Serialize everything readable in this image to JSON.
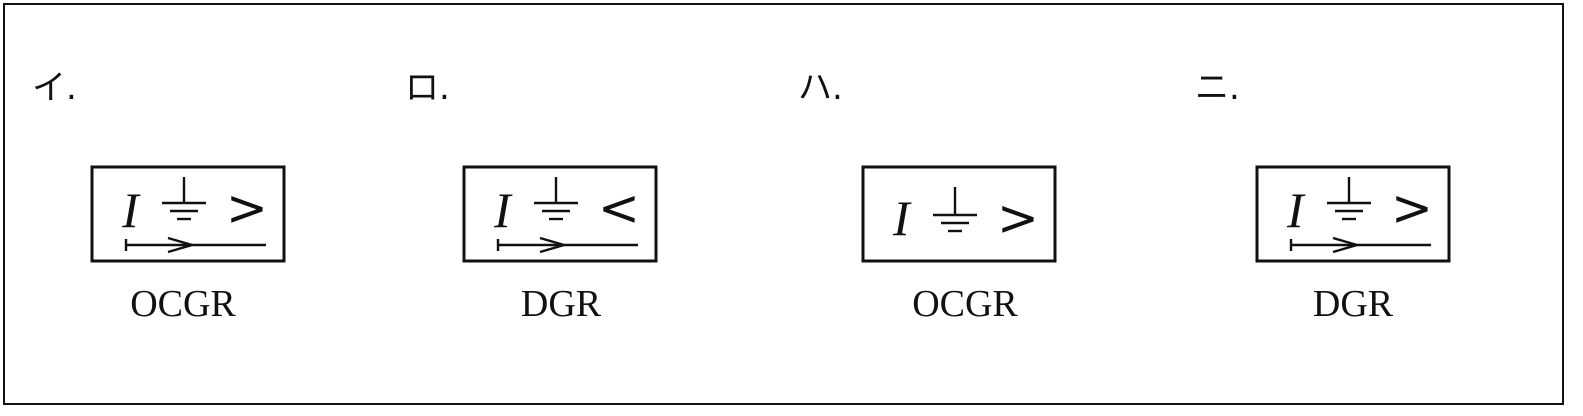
{
  "options": [
    {
      "label": "イ.",
      "relay": "OCGR",
      "comparator": ">",
      "has_direction_arrow": true
    },
    {
      "label": "ロ.",
      "relay": "DGR",
      "comparator": "<",
      "has_direction_arrow": true
    },
    {
      "label": "ハ.",
      "relay": "OCGR",
      "comparator": ">",
      "has_direction_arrow": false
    },
    {
      "label": "ニ.",
      "relay": "DGR",
      "comparator": ">",
      "has_direction_arrow": true
    }
  ],
  "symbol_quantity": "I",
  "colors": {
    "ink": "#111111",
    "background": "#ffffff"
  }
}
